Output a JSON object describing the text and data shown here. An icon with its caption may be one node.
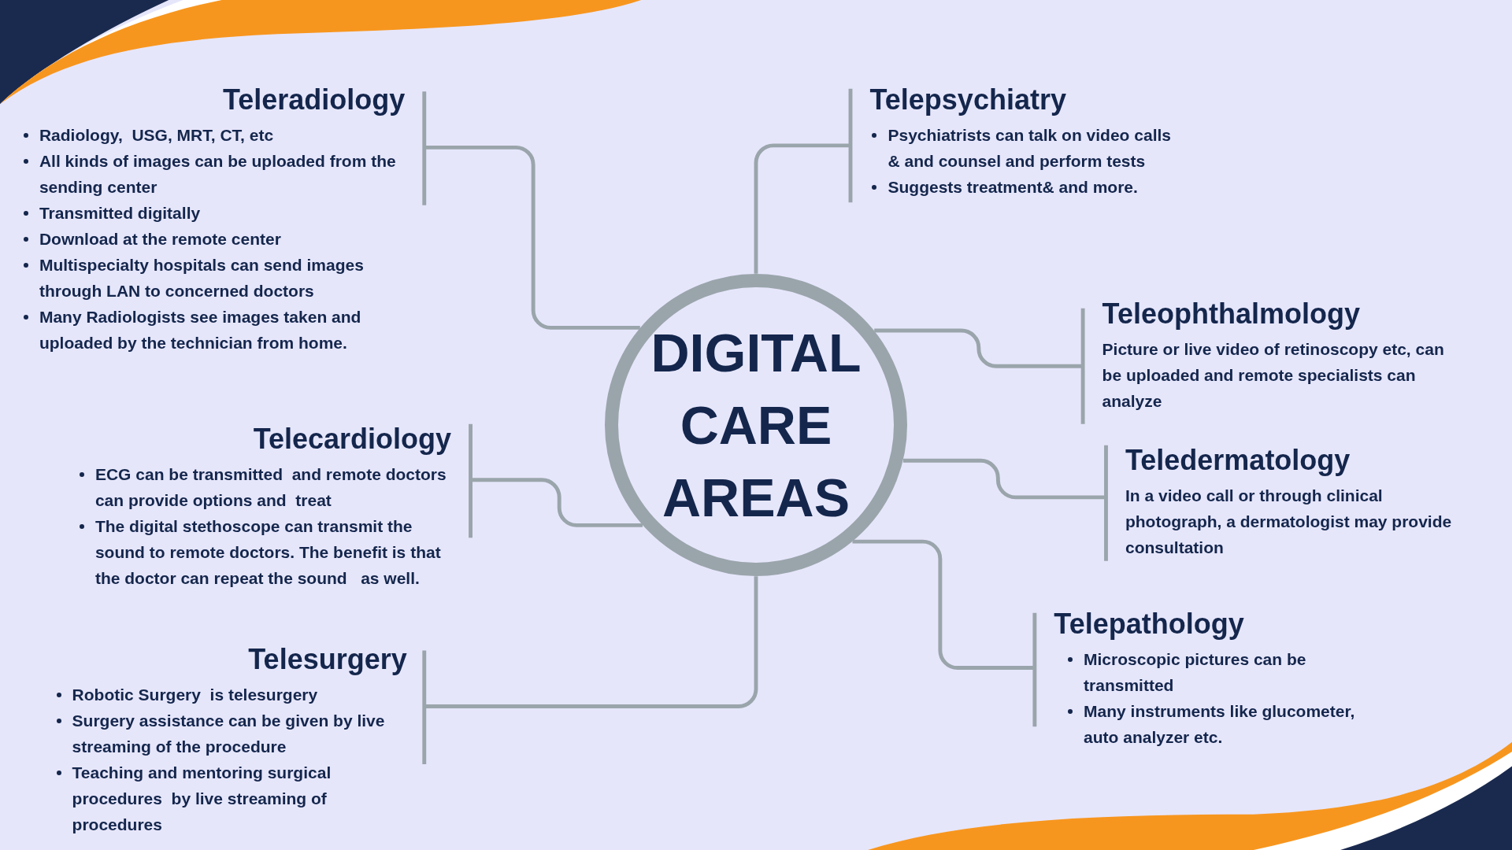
{
  "diagram": {
    "nodes": [
      {
        "text": [
          "DIGITAL CARE AREAS"
        ]
      },
      {
        "text": [
          "Teleradiology",
          "Radiology,  USG, MRT, CT, etc",
          "All kinds of images can be uploaded from the sending center",
          "Transmitted digitally",
          "Download at the remote center",
          "Multispecialty hospitals can send images through LAN to concerned doctors",
          "Many Radiologists see images taken and uploaded by the technician from home."
        ]
      },
      {
        "text": [
          "Telepsychiatry",
          "Psychiatrists can talk on video calls & and counsel and perform tests",
          "Suggests treatment& and more."
        ]
      },
      {
        "text": [
          "Teleophthalmology",
          "Picture or live video of retinoscopy etc, can be uploaded and remote specialists can analyze"
        ]
      },
      {
        "text": [
          "Telecardiology",
          "ECG can be transmitted  and remote doctors can provide options and  treat",
          "The digital stethoscope can transmit the sound to remote doctors. The benefit is that the doctor can repeat the sound   as well."
        ]
      },
      {
        "text": [
          "Teledermatology",
          "In a video call or through clinical photograph, a dermatologist may provide  consultation"
        ]
      },
      {
        "text": [
          "Telepathology",
          "Microscopic pictures can be transmitted",
          "Many instruments like glucometer, auto analyzer etc."
        ]
      },
      {
        "text": [
          "Telesurgery",
          "Robotic Surgery  is telesurgery",
          "Surgery assistance can be given by live streaming of the procedure",
          "Teaching and mentoring surgical procedures  by live streaming of procedures"
        ]
      }
    ],
    "edges": [
      {
        "from": 0,
        "to": 1,
        "arrow": "none"
      },
      {
        "from": 0,
        "to": 2,
        "arrow": "none"
      },
      {
        "from": 0,
        "to": 3,
        "arrow": "none"
      },
      {
        "from": 0,
        "to": 4,
        "arrow": "none"
      },
      {
        "from": 0,
        "to": 5,
        "arrow": "none"
      },
      {
        "from": 0,
        "to": 6,
        "arrow": "none"
      },
      {
        "from": 0,
        "to": 7,
        "arrow": "none"
      }
    ]
  }
}
